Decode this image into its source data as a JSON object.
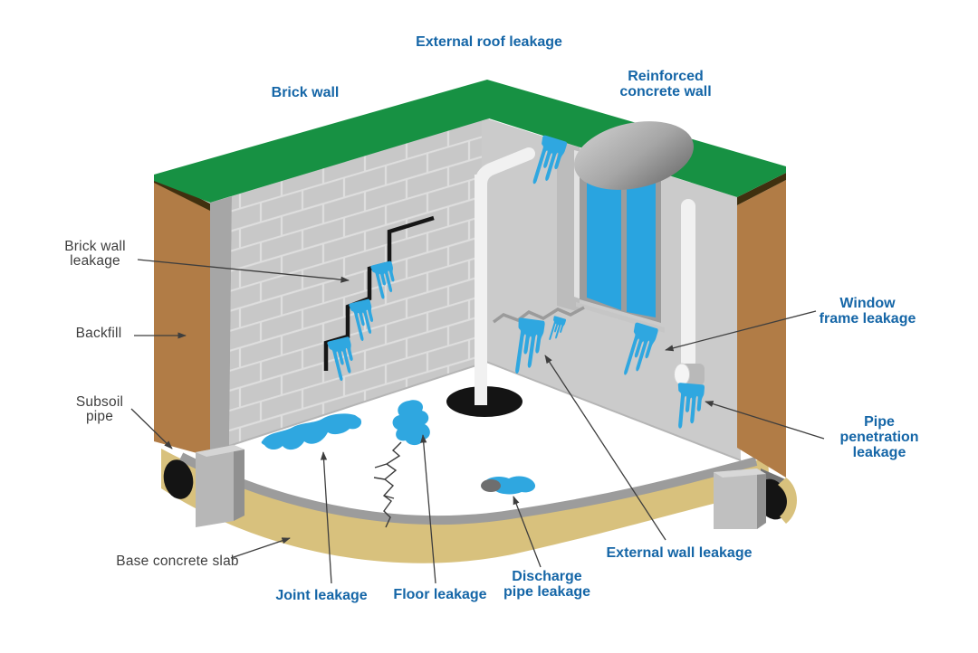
{
  "diagram": {
    "subject": "Basement waterproofing leakage types cutaway illustration",
    "callouts": {
      "external_roof_leakage": "External roof leakage",
      "brick_wall": "Brick wall",
      "reinforced_concrete_wall": "Reinforced\nconcrete wall",
      "brick_wall_leakage": "Brick wall\nleakage",
      "backfill": "Backfill",
      "subsoil_pipe": "Subsoil\npipe",
      "base_concrete_slab": "Base concrete slab",
      "joint_leakage": "Joint leakage",
      "floor_leakage": "Floor leakage",
      "discharge_pipe_leakage": "Discharge\npipe leakage",
      "external_wall_leakage": "External wall leakage",
      "window_frame_leakage": "Window\nframe leakage",
      "pipe_penetration_leakage": "Pipe penetration\nleakage"
    }
  },
  "colors": {
    "label_blue": "#1566a7",
    "label_dark": "#3e3e3e",
    "grass_green": "#179143",
    "soil_dark": "#40300f",
    "backfill_brown": "#b17c46",
    "brick_gray": "#c8c8c8",
    "mortar_gray": "#dedede",
    "wall_gray": "#cbcbcb",
    "window_blue": "#29a4e0",
    "water_blue": "#2fa7e0",
    "slab_tan": "#d8c17d",
    "slab_edge_gray": "#9c9c9c",
    "pipe_white": "#f1f1f1",
    "pipe_black": "#141414"
  }
}
